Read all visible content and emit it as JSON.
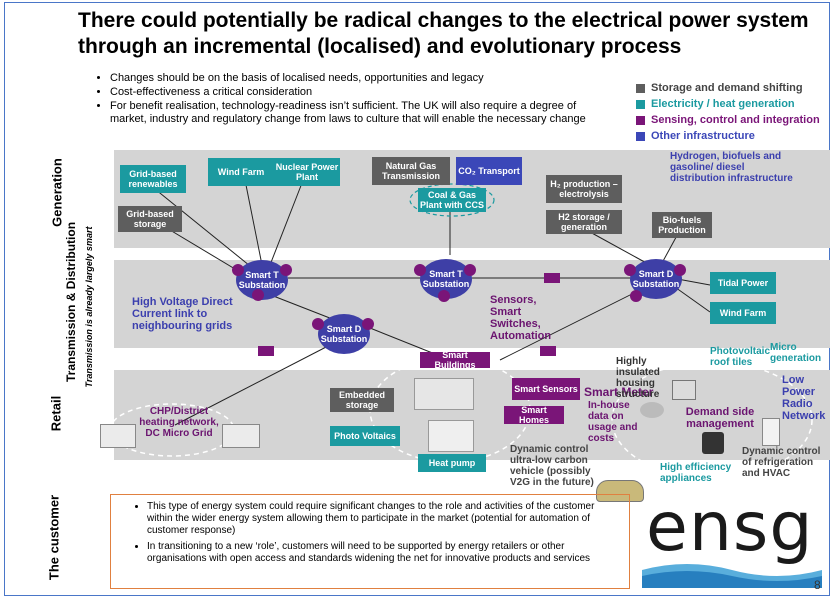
{
  "title": "There could potentially be radical changes to the electrical power system through an incremental (localised) and evolutionary process",
  "bullets": [
    "Changes should be on the basis of localised needs, opportunities and legacy",
    "Cost-effectiveness a critical consideration",
    "For benefit realisation, technology-readiness isn’t sufficient. The UK will also require a degree of market, industry and regulatory change from laws to culture that will enable the necessary change"
  ],
  "legend": [
    {
      "label": "Storage and demand shifting",
      "color": "#5e5e5e"
    },
    {
      "label": "Electricity / heat generation",
      "color": "#1b9aa0"
    },
    {
      "label": "Sensing, control and integration",
      "color": "#7a1578"
    },
    {
      "label": "Other infrastructure",
      "color": "#3b47b8"
    }
  ],
  "rows": {
    "generation": "Generation",
    "td": "Transmission & Distribution",
    "td_note": "Transmission is already largely smart",
    "retail": "Retail",
    "customer": "The customer"
  },
  "generation": {
    "grid_renewables": "Grid-based renewables",
    "wind_farm": "Wind Farm",
    "nuclear": "Nuclear Power Plant",
    "grid_storage": "Grid-based storage",
    "natural_gas": "Natural Gas Transmission",
    "co2_transport": "CO₂ Transport",
    "coal_gas_ccs": "Coal & Gas Plant with CCS",
    "h2_production": "H₂ production – electrolysis",
    "h2_storage": "H2 storage / generation",
    "hydrogen_note": "Hydrogen, biofuels and gasoline/ diesel distribution infrastructure",
    "biofuels": "Bio-fuels Production"
  },
  "td": {
    "smart_t_1": "Smart T Substation",
    "smart_t_2": "Smart T Substation",
    "smart_d_1": "Smart D Substation",
    "smart_d_2": "Smart D Substation",
    "hvdc": "High Voltage Direct Current link to neighbouring grids",
    "sensors": "Sensors, Smart Switches, Automation",
    "tidal": "Tidal Power",
    "wind_farm": "Wind Farm"
  },
  "retail": {
    "chp": "CHP/District heating network, DC Micro Grid",
    "embedded_storage": "Embedded storage",
    "photo_voltaics": "Photo Voltaics",
    "heat_pump": "Heat pump",
    "smart_buildings": "Smart Buildings",
    "smart_sensors": "Smart Sensors",
    "smart_homes": "Smart Homes",
    "smart_meter": "Smart Meter",
    "in_house": "In-house data on usage and costs",
    "insulated": "Highly insulated housing structure",
    "pv_roof": "Photovoltaic roof tiles",
    "micro_gen": "Micro generation",
    "low_power_radio": "Low Power Radio Network",
    "demand_side": "Demand side management",
    "dynamic_vehicle": "Dynamic control ultra-low carbon vehicle (possibly V2G in the future)",
    "high_eff": "High efficiency appliances",
    "dynamic_refrig": "Dynamic control of refrigeration and HVAC"
  },
  "customer_bullets": [
    "This type of energy system could require significant changes to the role and activities of the customer within the wider energy system allowing them to participate in the market (potential for automation of customer response)",
    "In transitioning to a new ‘role’, customers will need to be supported by energy retailers or other organisations with open access and standards widening the net for innovative products and services"
  ],
  "logo": "ensg",
  "page_number": "8"
}
